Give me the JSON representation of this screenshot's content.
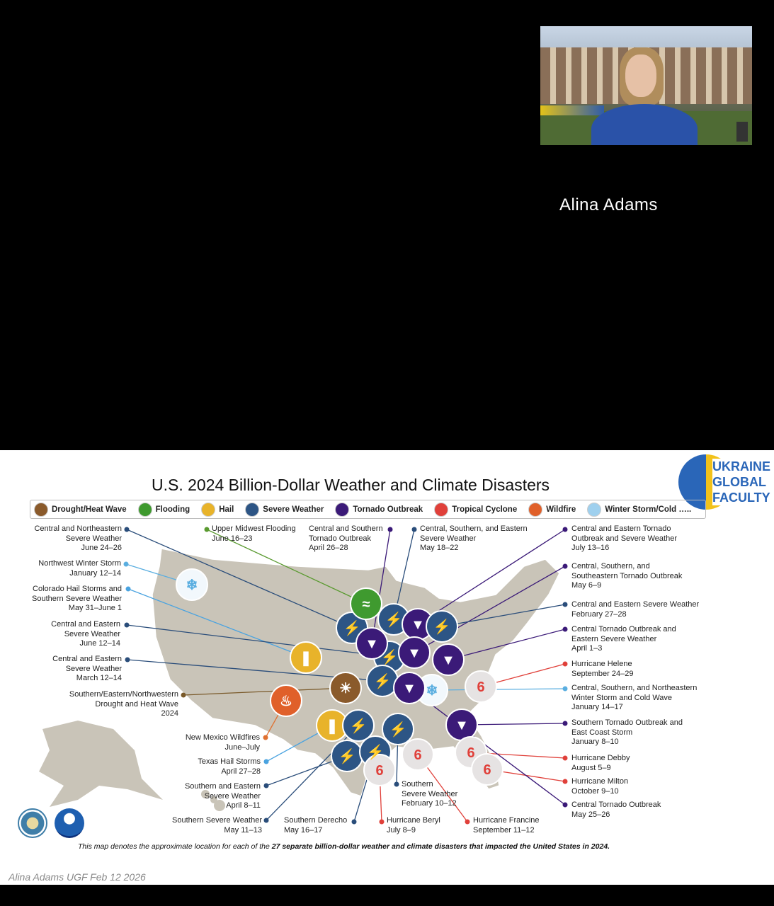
{
  "video": {
    "participant_name": "Alina Adams"
  },
  "slide": {
    "title": "U.S. 2024 Billion-Dollar Weather and Climate Disasters",
    "logo_text": [
      "UKRAINE",
      "GLOBAL",
      "FACULTY"
    ],
    "legend": [
      {
        "label": "Drought/Heat Wave",
        "icon": "drought-icon",
        "color": "#8a5a2b"
      },
      {
        "label": "Flooding",
        "icon": "flooding-icon",
        "color": "#3f9a2f"
      },
      {
        "label": "Hail",
        "icon": "hail-icon",
        "color": "#e8b32a"
      },
      {
        "label": "Severe Weather",
        "icon": "severe-weather-icon",
        "color": "#2d5585"
      },
      {
        "label": "Tornado Outbreak",
        "icon": "tornado-icon",
        "color": "#3b1a78"
      },
      {
        "label": "Tropical Cyclone",
        "icon": "tropical-cyclone-icon",
        "color": "#e0403a"
      },
      {
        "label": "Wildfire",
        "icon": "wildfire-icon",
        "color": "#e0602a"
      },
      {
        "label": "Winter Storm/Cold …..",
        "icon": "winter-storm-icon",
        "color": "#9fd0ee"
      }
    ],
    "events": [
      {
        "lines": [
          "Central and Northeastern",
          "Severe Weather",
          "June 24–26"
        ],
        "type": "severe"
      },
      {
        "lines": [
          "Northwest Winter Storm",
          "January 12–14"
        ],
        "type": "winter"
      },
      {
        "lines": [
          "Colorado Hail Storms and",
          "Southern Severe Weather",
          "May 31–June 1"
        ],
        "type": "hail"
      },
      {
        "lines": [
          "Central and Eastern",
          "Severe Weather",
          "June 12–14"
        ],
        "type": "severe"
      },
      {
        "lines": [
          "Central and Eastern",
          "Severe Weather",
          "March 12–14"
        ],
        "type": "severe"
      },
      {
        "lines": [
          "Southern/Eastern/Northwestern",
          "Drought and Heat Wave",
          "2024"
        ],
        "type": "drought"
      },
      {
        "lines": [
          "New Mexico Wildfires",
          "June–July"
        ],
        "type": "wildfire"
      },
      {
        "lines": [
          "Texas Hail Storms",
          "April 27–28"
        ],
        "type": "hail"
      },
      {
        "lines": [
          "Southern and Eastern",
          "Severe Weather",
          "April 8–11"
        ],
        "type": "severe"
      },
      {
        "lines": [
          "Southern Severe Weather",
          "May 11–13"
        ],
        "type": "severe"
      },
      {
        "lines": [
          "Southern Derecho",
          "May 16–17"
        ],
        "type": "severe"
      },
      {
        "lines": [
          "Southern",
          "Severe Weather",
          "February 10–12"
        ],
        "type": "severe"
      },
      {
        "lines": [
          "Hurricane Beryl",
          "July 8–9"
        ],
        "type": "tropical"
      },
      {
        "lines": [
          "Hurricane Francine",
          "September 11–12"
        ],
        "type": "tropical"
      },
      {
        "lines": [
          "Upper Midwest Flooding",
          "June 16–23"
        ],
        "type": "flooding"
      },
      {
        "lines": [
          "Central and Southern",
          "Tornado Outbreak",
          "April 26–28"
        ],
        "type": "tornado"
      },
      {
        "lines": [
          "Central, Southern, and Eastern",
          "Severe Weather",
          "May 18–22"
        ],
        "type": "severe"
      },
      {
        "lines": [
          "Central and Eastern Tornado",
          "Outbreak and Severe Weather",
          "July 13–16"
        ],
        "type": "tornado"
      },
      {
        "lines": [
          "Central, Southern, and",
          "Southeastern Tornado Outbreak",
          "May 6–9"
        ],
        "type": "tornado"
      },
      {
        "lines": [
          "Central and Eastern Severe Weather",
          "February 27–28"
        ],
        "type": "severe"
      },
      {
        "lines": [
          "Central Tornado Outbreak and",
          "Eastern Severe Weather",
          "April 1–3"
        ],
        "type": "tornado"
      },
      {
        "lines": [
          "Hurricane Helene",
          "September 24–29"
        ],
        "type": "tropical"
      },
      {
        "lines": [
          "Central, Southern, and Northeastern",
          "Winter Storm and Cold Wave",
          "January 14–17"
        ],
        "type": "winter"
      },
      {
        "lines": [
          "Southern Tornado Outbreak and",
          "East Coast Storm",
          "January 8–10"
        ],
        "type": "tornado"
      },
      {
        "lines": [
          "Hurricane Debby",
          "August 5–9"
        ],
        "type": "tropical"
      },
      {
        "lines": [
          "Hurricane Milton",
          "October 9–10"
        ],
        "type": "tropical"
      },
      {
        "lines": [
          "Central Tornado Outbreak",
          "May 25–26"
        ],
        "type": "tornado"
      }
    ],
    "note_prefix": "This map denotes the approximate location for each of the ",
    "note_bold": "27 separate billion-dollar weather and climate disasters that impacted the United States in 2024.",
    "credit": "Alina Adams UGF Feb 12 2026"
  }
}
